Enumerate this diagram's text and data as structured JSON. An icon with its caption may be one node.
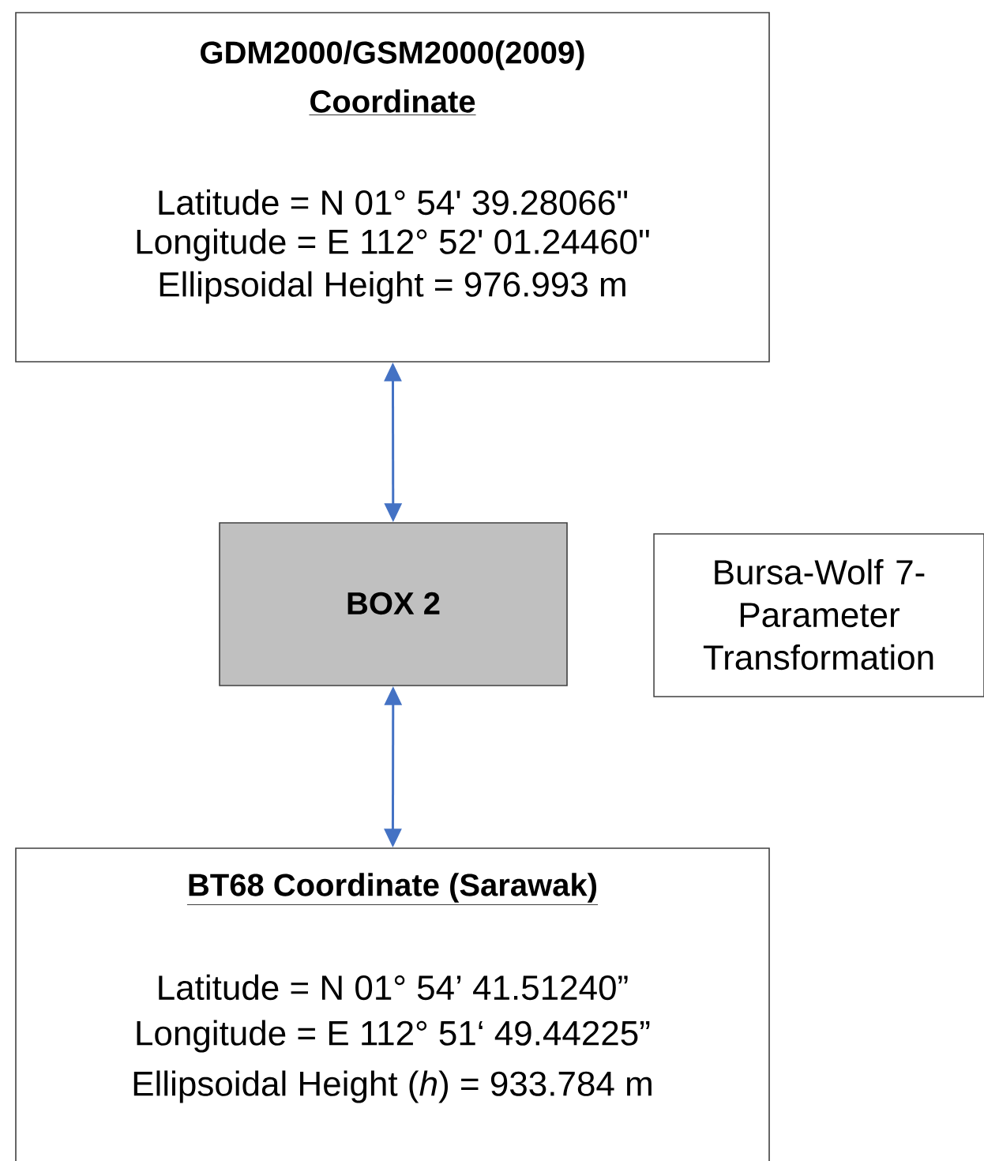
{
  "diagram": {
    "nodes": [
      {
        "text": [
          "GDM2000/GSM2000(2009)",
          "Coordinate",
          "Latitude = N 01° 54' 39.28066\"",
          "Longitude = E 112° 52' 01.24460\"",
          "Ellipsoidal Height = 976.993 m"
        ]
      },
      {
        "text": [
          "BOX 2"
        ]
      },
      {
        "text": [
          "Bursa-Wolf 7-Parameter Transformation"
        ]
      },
      {
        "text": [
          "BT68 Coordinate (Sarawak)",
          "Latitude = N 01° 54’ 41.51240”",
          "Longitude = E 112° 51‘ 49.44225”",
          "Ellipsoidal Height (*h*) = 933.784 m"
        ]
      }
    ],
    "edges": [
      {
        "from": 0,
        "to": 1,
        "arrow": "both",
        "color": "#4472c4"
      },
      {
        "from": 1,
        "to": 3,
        "arrow": "both",
        "color": "#4472c4"
      }
    ]
  }
}
